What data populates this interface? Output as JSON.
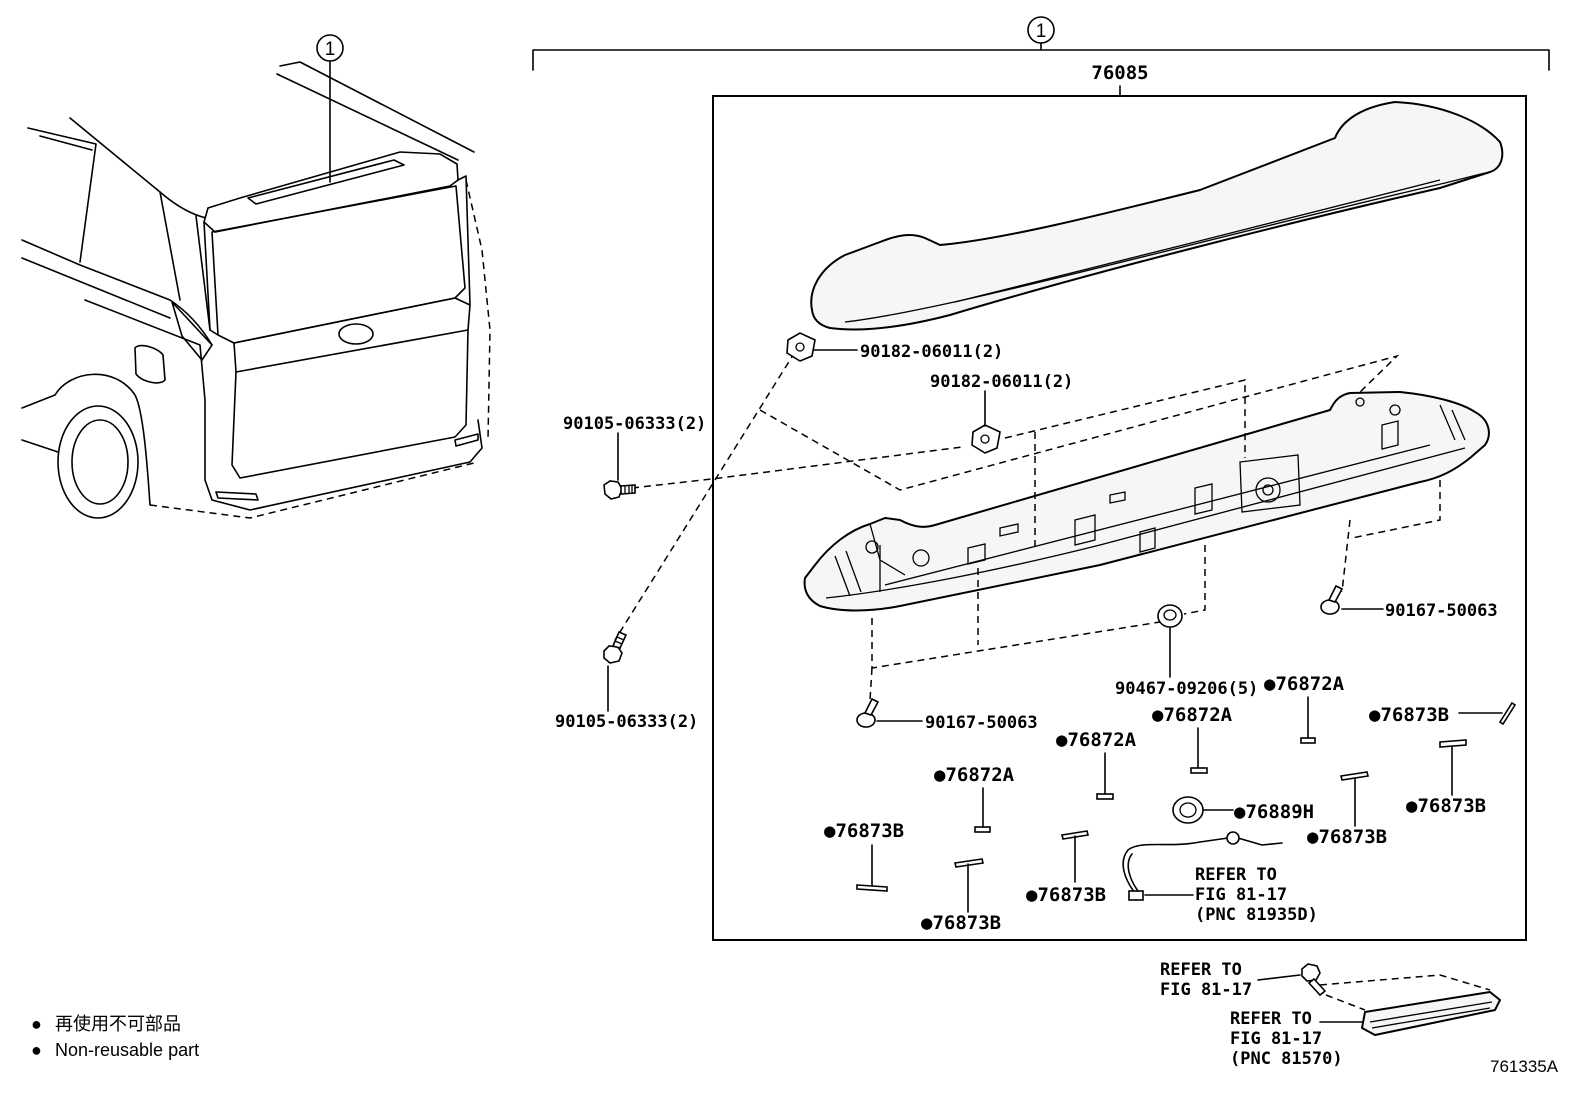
{
  "assembly": {
    "callout": "1",
    "part_number": "76085"
  },
  "vehicle": {
    "callout": "1"
  },
  "parts": {
    "clip_upper": "90182-06011(2)",
    "clip_lower": "90182-06011(2)",
    "bolt_upper": "90105-06333(2)",
    "bolt_lower": "90105-06333(2)",
    "screw_right": "90167-50063",
    "screw_left": "90167-50063",
    "nut": "90467-09206(5)",
    "tape_a1": "●76872A",
    "tape_a2": "●76872A",
    "tape_a3": "●76872A",
    "tape_a4": "●76872A",
    "tape_b1": "●76873B",
    "tape_b2": "●76873B",
    "tape_b3": "●76873B",
    "tape_b4": "●76873B",
    "tape_b5": "●76873B",
    "tape_b6": "●76873B",
    "grommet": "●76889H"
  },
  "references": {
    "wire_harness": [
      "REFER TO",
      "FIG 81-17",
      "(PNC 81935D)"
    ],
    "mount_bolt": [
      "REFER TO",
      "FIG 81-17"
    ],
    "stop_lamp": [
      "REFER TO",
      "FIG 81-17",
      "(PNC 81570)"
    ]
  },
  "legend": {
    "marker": "●",
    "label_ja": "再使用不可部品",
    "label_en": "Non-reusable part"
  },
  "diagram_id": "761335A"
}
